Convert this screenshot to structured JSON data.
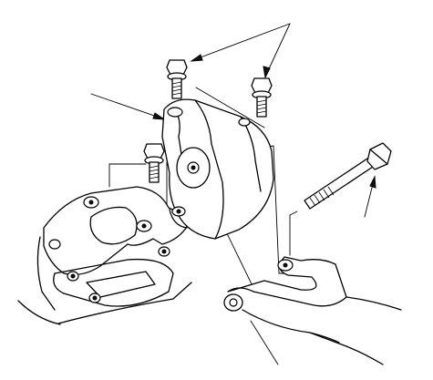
{
  "diagram": {
    "callout_count": 4,
    "bolt_count": 4,
    "style": "monochrome line drawing",
    "colors": {
      "line": "#000000",
      "background": "#ffffff"
    }
  }
}
